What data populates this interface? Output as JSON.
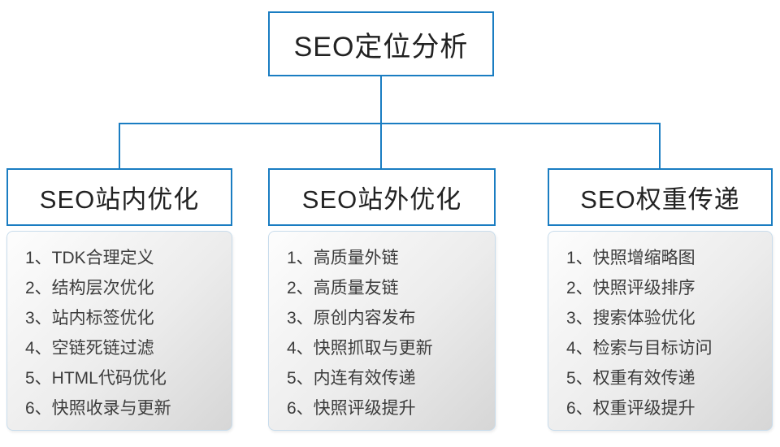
{
  "colors": {
    "accent": "#1a7dc2",
    "line": "#1a7dc2",
    "list_gradient_start": "#fdfdfd",
    "list_gradient_end": "#d6d6d6"
  },
  "root": {
    "title": "SEO定位分析"
  },
  "columns": [
    {
      "title": "SEO站内优化",
      "items": [
        "1、TDK合理定义",
        "2、结构层次优化",
        "3、站内标签优化",
        "4、空链死链过滤",
        "5、HTML代码优化",
        "6、快照收录与更新"
      ]
    },
    {
      "title": "SEO站外优化",
      "items": [
        "1、高质量外链",
        "2、高质量友链",
        "3、原创内容发布",
        "4、快照抓取与更新",
        "5、内连有效传递",
        "6、快照评级提升"
      ]
    },
    {
      "title": "SEO权重传递",
      "items": [
        "1、快照增缩略图",
        "2、快照评级排序",
        "3、搜索体验优化",
        "4、检索与目标访问",
        "5、权重有效传递",
        "6、权重评级提升"
      ]
    }
  ]
}
